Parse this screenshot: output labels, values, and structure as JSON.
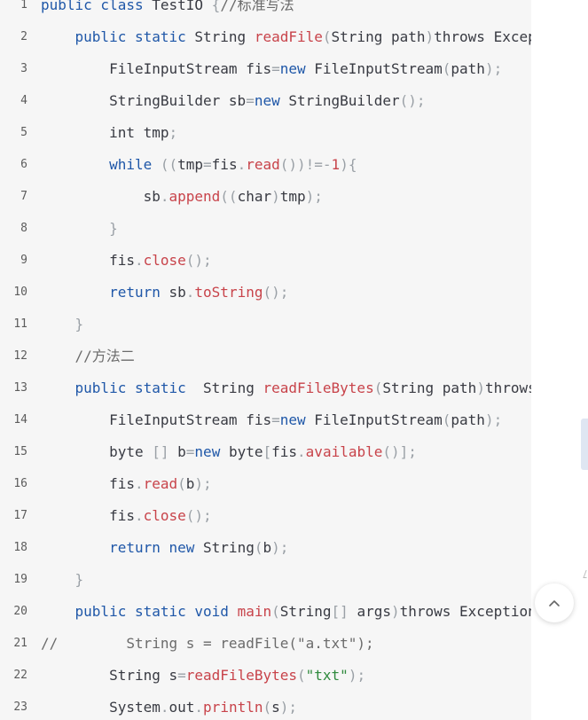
{
  "code_lines": [
    {
      "num": "1",
      "tokens": [
        [
          "k",
          "public class "
        ],
        [
          "d",
          "TestIO "
        ],
        [
          "p",
          "{"
        ],
        [
          "c",
          "//标准写法"
        ]
      ]
    },
    {
      "num": "2",
      "tokens": [
        [
          "d",
          "    "
        ],
        [
          "k",
          "public static "
        ],
        [
          "d",
          "String "
        ],
        [
          "f",
          "readFile"
        ],
        [
          "p",
          "("
        ],
        [
          "d",
          "String path"
        ],
        [
          "p",
          ")"
        ],
        [
          "d",
          "throws Exception"
        ],
        [
          "p",
          "{"
        ]
      ]
    },
    {
      "num": "3",
      "tokens": [
        [
          "d",
          "        FileInputStream fis"
        ],
        [
          "p",
          "="
        ],
        [
          "k",
          "new "
        ],
        [
          "d",
          "FileInputStream"
        ],
        [
          "p",
          "("
        ],
        [
          "d",
          "path"
        ],
        [
          "p",
          ");"
        ]
      ]
    },
    {
      "num": "4",
      "tokens": [
        [
          "d",
          "        StringBuilder sb"
        ],
        [
          "p",
          "="
        ],
        [
          "k",
          "new "
        ],
        [
          "d",
          "StringBuilder"
        ],
        [
          "p",
          "();"
        ]
      ]
    },
    {
      "num": "5",
      "tokens": [
        [
          "d",
          "        int tmp"
        ],
        [
          "p",
          ";"
        ]
      ]
    },
    {
      "num": "6",
      "tokens": [
        [
          "d",
          "        "
        ],
        [
          "k",
          "while "
        ],
        [
          "p",
          "(("
        ],
        [
          "d",
          "tmp"
        ],
        [
          "p",
          "="
        ],
        [
          "d",
          "fis"
        ],
        [
          "p",
          "."
        ],
        [
          "f",
          "read"
        ],
        [
          "p",
          "())!=-"
        ],
        [
          "n",
          "1"
        ],
        [
          "p",
          "){"
        ]
      ]
    },
    {
      "num": "7",
      "tokens": [
        [
          "d",
          "            sb"
        ],
        [
          "p",
          "."
        ],
        [
          "f",
          "append"
        ],
        [
          "p",
          "(("
        ],
        [
          "d",
          "char"
        ],
        [
          "p",
          ")"
        ],
        [
          "d",
          "tmp"
        ],
        [
          "p",
          ");"
        ]
      ]
    },
    {
      "num": "8",
      "tokens": [
        [
          "d",
          "        "
        ],
        [
          "p",
          "}"
        ]
      ]
    },
    {
      "num": "9",
      "tokens": [
        [
          "d",
          "        fis"
        ],
        [
          "p",
          "."
        ],
        [
          "f",
          "close"
        ],
        [
          "p",
          "();"
        ]
      ]
    },
    {
      "num": "10",
      "tokens": [
        [
          "d",
          "        "
        ],
        [
          "k",
          "return "
        ],
        [
          "d",
          "sb"
        ],
        [
          "p",
          "."
        ],
        [
          "f",
          "toString"
        ],
        [
          "p",
          "();"
        ]
      ]
    },
    {
      "num": "11",
      "tokens": [
        [
          "d",
          "    "
        ],
        [
          "p",
          "}"
        ]
      ]
    },
    {
      "num": "12",
      "tokens": [
        [
          "d",
          "    "
        ],
        [
          "c",
          "//方法二"
        ]
      ]
    },
    {
      "num": "13",
      "tokens": [
        [
          "d",
          "    "
        ],
        [
          "k",
          "public static  "
        ],
        [
          "d",
          "String "
        ],
        [
          "f",
          "readFileBytes"
        ],
        [
          "p",
          "("
        ],
        [
          "d",
          "String path"
        ],
        [
          "p",
          ")"
        ],
        [
          "d",
          "throws Exception"
        ],
        [
          "p",
          "{"
        ]
      ]
    },
    {
      "num": "14",
      "tokens": [
        [
          "d",
          "        FileInputStream fis"
        ],
        [
          "p",
          "="
        ],
        [
          "k",
          "new "
        ],
        [
          "d",
          "FileInputStream"
        ],
        [
          "p",
          "("
        ],
        [
          "d",
          "path"
        ],
        [
          "p",
          ");"
        ]
      ]
    },
    {
      "num": "15",
      "tokens": [
        [
          "d",
          "        byte "
        ],
        [
          "p",
          "[] "
        ],
        [
          "d",
          "b"
        ],
        [
          "p",
          "="
        ],
        [
          "k",
          "new "
        ],
        [
          "d",
          "byte"
        ],
        [
          "p",
          "["
        ],
        [
          "d",
          "fis"
        ],
        [
          "p",
          "."
        ],
        [
          "f",
          "available"
        ],
        [
          "p",
          "()];"
        ]
      ]
    },
    {
      "num": "16",
      "tokens": [
        [
          "d",
          "        fis"
        ],
        [
          "p",
          "."
        ],
        [
          "f",
          "read"
        ],
        [
          "p",
          "("
        ],
        [
          "d",
          "b"
        ],
        [
          "p",
          ");"
        ]
      ]
    },
    {
      "num": "17",
      "tokens": [
        [
          "d",
          "        fis"
        ],
        [
          "p",
          "."
        ],
        [
          "f",
          "close"
        ],
        [
          "p",
          "();"
        ]
      ]
    },
    {
      "num": "18",
      "tokens": [
        [
          "d",
          "        "
        ],
        [
          "k",
          "return new "
        ],
        [
          "d",
          "String"
        ],
        [
          "p",
          "("
        ],
        [
          "d",
          "b"
        ],
        [
          "p",
          ");"
        ]
      ]
    },
    {
      "num": "19",
      "tokens": [
        [
          "d",
          "    "
        ],
        [
          "p",
          "}"
        ]
      ]
    },
    {
      "num": "20",
      "tokens": [
        [
          "d",
          "    "
        ],
        [
          "k",
          "public static void "
        ],
        [
          "f",
          "main"
        ],
        [
          "p",
          "("
        ],
        [
          "d",
          "String"
        ],
        [
          "p",
          "[] "
        ],
        [
          "d",
          "args"
        ],
        [
          "p",
          ")"
        ],
        [
          "d",
          "throws Exception"
        ],
        [
          "p",
          "{"
        ]
      ]
    },
    {
      "num": "21",
      "tokens": [
        [
          "c",
          "//        String s = readFile(\"a.txt\");"
        ]
      ]
    },
    {
      "num": "22",
      "tokens": [
        [
          "d",
          "        String s"
        ],
        [
          "p",
          "="
        ],
        [
          "f",
          "readFileBytes"
        ],
        [
          "p",
          "("
        ],
        [
          "s",
          "\"txt\""
        ],
        [
          "p",
          ");"
        ]
      ]
    },
    {
      "num": "23",
      "tokens": [
        [
          "d",
          "        System"
        ],
        [
          "p",
          "."
        ],
        [
          "d",
          "out"
        ],
        [
          "p",
          "."
        ],
        [
          "f",
          "println"
        ],
        [
          "p",
          "("
        ],
        [
          "d",
          "s"
        ],
        [
          "p",
          ");"
        ]
      ]
    }
  ],
  "back_to_top": {
    "icon": "chevron-up-icon"
  },
  "colors": {
    "keyword": "#1f57a8",
    "function": "#c8434a",
    "punctuation": "#9aa0a6",
    "string": "#2f8a3d",
    "comment": "#6b6b6b",
    "code_bg": "#f6f6f6"
  }
}
